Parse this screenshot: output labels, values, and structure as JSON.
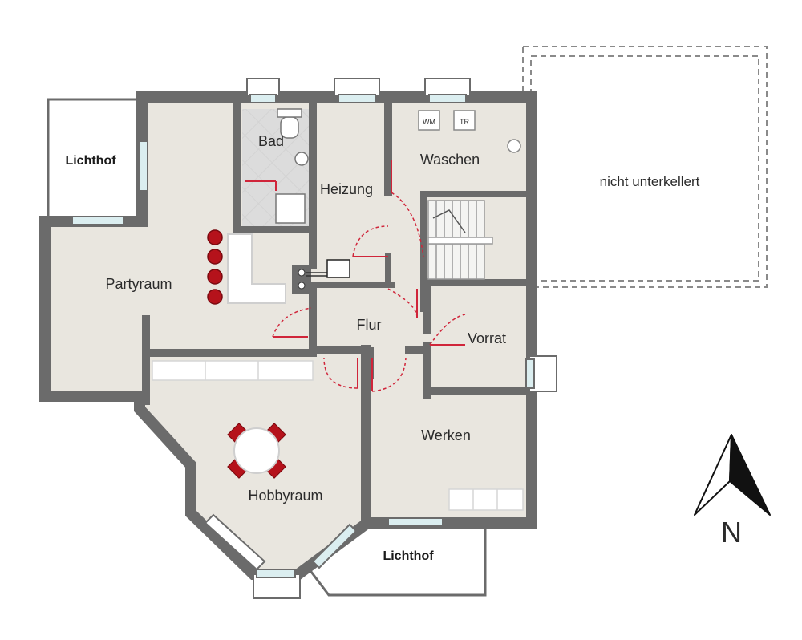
{
  "rooms": {
    "lichthof_west": "Lichthof",
    "bad": "Bad",
    "heizung": "Heizung",
    "waschen": "Waschen",
    "partyraum": "Partyraum",
    "flur": "Flur",
    "vorrat": "Vorrat",
    "werken": "Werken",
    "hobbyraum": "Hobbyraum",
    "lichthof_south": "Lichthof",
    "unexcavated": "nicht unterkellert"
  },
  "appliances": {
    "washer": "WM",
    "dryer": "TR"
  },
  "compass": {
    "label": "N"
  },
  "colors": {
    "wall": "#6b6b6b",
    "floor": "#e9e6df",
    "tile": "#cfcfcf",
    "door": "#d0253a",
    "chair": "#b5121b",
    "window": "#dbeef0"
  }
}
